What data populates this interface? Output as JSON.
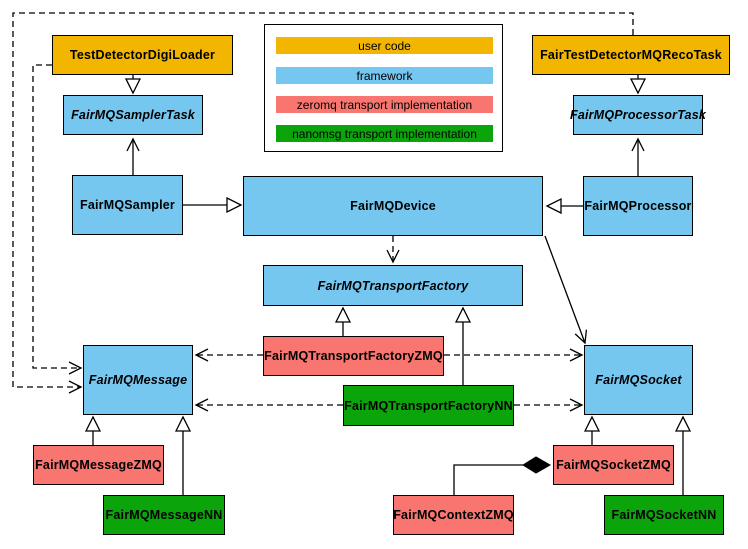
{
  "colors": {
    "user_code": "#F2B600",
    "framework": "#76C7F0",
    "zeromq": "#F8766F",
    "nanomsg": "#0BA50B",
    "border": "#000000",
    "background": "#FFFFFF"
  },
  "legend": {
    "items": [
      {
        "label": "user code",
        "color_key": "user_code"
      },
      {
        "label": "framework",
        "color_key": "framework"
      },
      {
        "label": "zeromq transport implementation",
        "color_key": "zeromq"
      },
      {
        "label": "nanomsg transport implementation",
        "color_key": "nanomsg"
      }
    ]
  },
  "nodes": {
    "digi_loader": {
      "label": "TestDetectorDigiLoader",
      "layer": "user_code",
      "abstract": false
    },
    "reco_task": {
      "label": "FairTestDetectorMQRecoTask",
      "layer": "user_code",
      "abstract": false
    },
    "sampler_task": {
      "label": "FairMQSamplerTask",
      "layer": "framework",
      "abstract": true
    },
    "processor_task": {
      "label": "FairMQProcessorTask",
      "layer": "framework",
      "abstract": true
    },
    "sampler": {
      "label": "FairMQSampler",
      "layer": "framework",
      "abstract": false
    },
    "device": {
      "label": "FairMQDevice",
      "layer": "framework",
      "abstract": false
    },
    "processor": {
      "label": "FairMQProcessor",
      "layer": "framework",
      "abstract": false
    },
    "transport_factory": {
      "label": "FairMQTransportFactory",
      "layer": "framework",
      "abstract": true
    },
    "tf_zmq": {
      "label": "FairMQTransportFactoryZMQ",
      "layer": "zeromq",
      "abstract": false
    },
    "tf_nn": {
      "label": "FairMQTransportFactoryNN",
      "layer": "nanomsg",
      "abstract": false
    },
    "message": {
      "label": "FairMQMessage",
      "layer": "framework",
      "abstract": true
    },
    "socket": {
      "label": "FairMQSocket",
      "layer": "framework",
      "abstract": true
    },
    "message_zmq": {
      "label": "FairMQMessageZMQ",
      "layer": "zeromq",
      "abstract": false
    },
    "message_nn": {
      "label": "FairMQMessageNN",
      "layer": "nanomsg",
      "abstract": false
    },
    "context_zmq": {
      "label": "FairMQContextZMQ",
      "layer": "zeromq",
      "abstract": false
    },
    "socket_zmq": {
      "label": "FairMQSocketZMQ",
      "layer": "zeromq",
      "abstract": false
    },
    "socket_nn": {
      "label": "FairMQSocketNN",
      "layer": "nanomsg",
      "abstract": false
    }
  },
  "edges": [
    {
      "from": "TestDetectorDigiLoader",
      "to": "FairMQSamplerTask",
      "type": "inheritance"
    },
    {
      "from": "FairTestDetectorMQRecoTask",
      "to": "FairMQProcessorTask",
      "type": "inheritance"
    },
    {
      "from": "FairMQSampler",
      "to": "FairMQSamplerTask",
      "type": "association"
    },
    {
      "from": "FairMQProcessor",
      "to": "FairMQProcessorTask",
      "type": "association"
    },
    {
      "from": "FairMQSampler",
      "to": "FairMQDevice",
      "type": "inheritance"
    },
    {
      "from": "FairMQProcessor",
      "to": "FairMQDevice",
      "type": "inheritance"
    },
    {
      "from": "FairMQDevice",
      "to": "FairMQTransportFactory",
      "type": "dependency"
    },
    {
      "from": "FairMQDevice",
      "to": "FairMQSocket",
      "type": "association"
    },
    {
      "from": "FairMQTransportFactoryZMQ",
      "to": "FairMQTransportFactory",
      "type": "inheritance"
    },
    {
      "from": "FairMQTransportFactoryNN",
      "to": "FairMQTransportFactory",
      "type": "inheritance"
    },
    {
      "from": "FairMQTransportFactoryZMQ",
      "to": "FairMQMessage",
      "type": "dependency"
    },
    {
      "from": "FairMQTransportFactoryZMQ",
      "to": "FairMQSocket",
      "type": "dependency"
    },
    {
      "from": "FairMQTransportFactoryNN",
      "to": "FairMQMessage",
      "type": "dependency"
    },
    {
      "from": "FairMQTransportFactoryNN",
      "to": "FairMQSocket",
      "type": "dependency"
    },
    {
      "from": "FairMQMessageZMQ",
      "to": "FairMQMessage",
      "type": "inheritance"
    },
    {
      "from": "FairMQMessageNN",
      "to": "FairMQMessage",
      "type": "inheritance"
    },
    {
      "from": "FairMQSocketZMQ",
      "to": "FairMQSocket",
      "type": "inheritance"
    },
    {
      "from": "FairMQSocketNN",
      "to": "FairMQSocket",
      "type": "inheritance"
    },
    {
      "from": "FairMQContextZMQ",
      "to": "FairMQSocketZMQ",
      "type": "composition"
    },
    {
      "from": "TestDetectorDigiLoader",
      "to": "FairMQMessage",
      "type": "dependency"
    },
    {
      "from": "FairTestDetectorMQRecoTask",
      "to": "FairMQMessage",
      "type": "dependency"
    }
  ]
}
